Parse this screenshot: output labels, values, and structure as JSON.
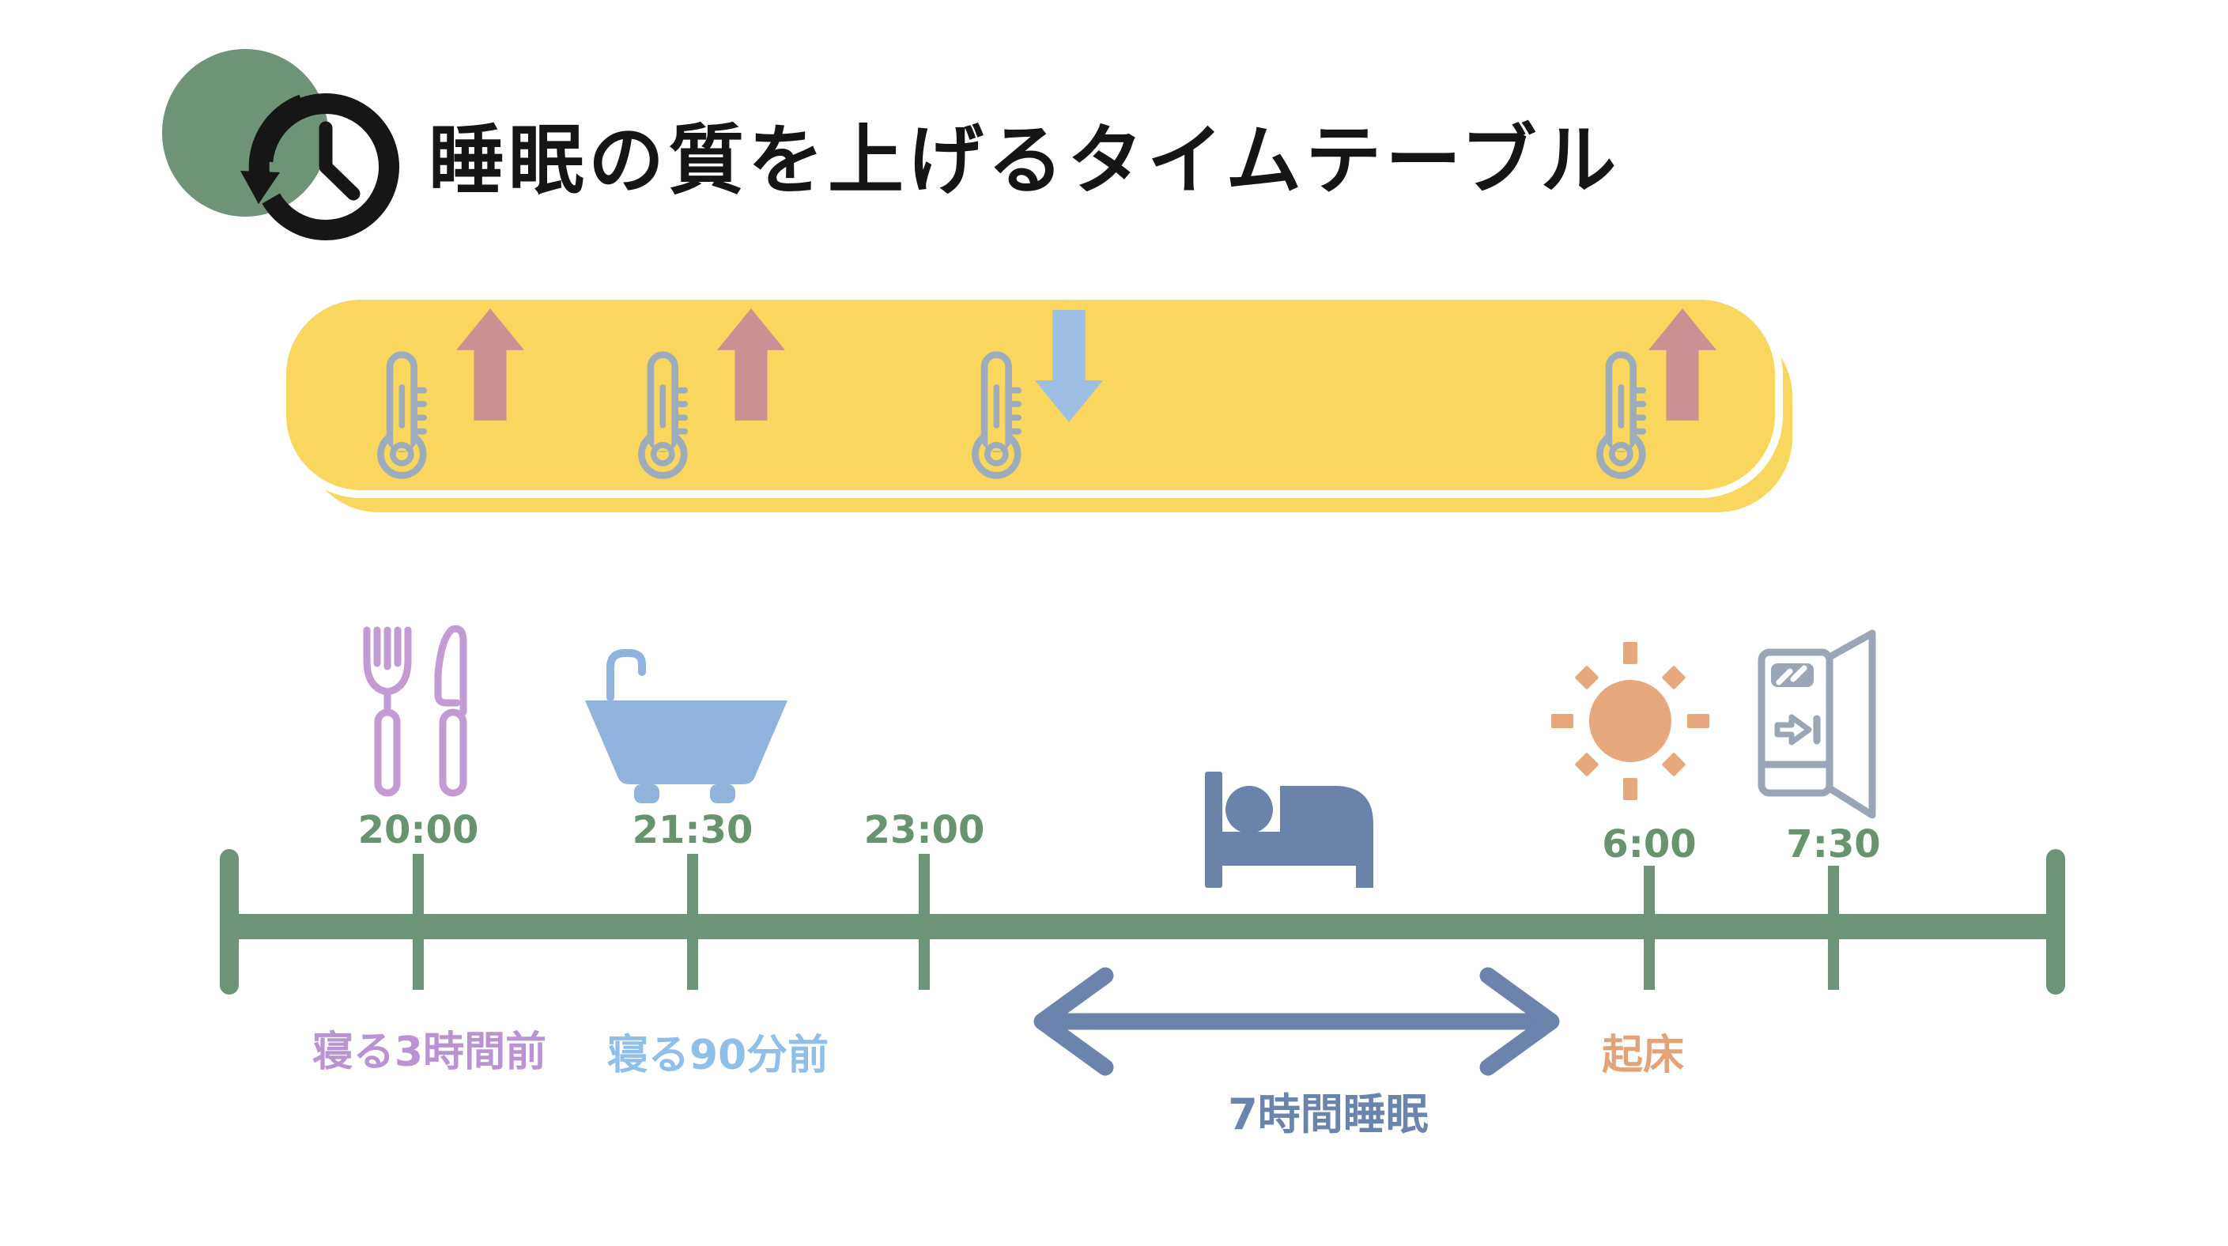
{
  "title": "睡眠の質を上げるタイムテーブル",
  "header": {
    "icon": "history-clock-icon",
    "badge_color": "#6e9377"
  },
  "banner": {
    "background": "#f9d75e",
    "items": [
      {
        "icon": "thermometer-icon",
        "arrow": "up"
      },
      {
        "icon": "thermometer-icon",
        "arrow": "up"
      },
      {
        "icon": "thermometer-icon",
        "arrow": "down"
      },
      {
        "icon": "thermometer-icon",
        "arrow": "up"
      }
    ]
  },
  "timeline": {
    "times": [
      "20:00",
      "21:30",
      "23:00",
      "6:00",
      "7:30"
    ],
    "events": [
      {
        "time": "20:00",
        "icon": "cutlery-icon"
      },
      {
        "time": "21:30",
        "icon": "bathtub-icon"
      },
      {
        "time": "23:00",
        "icon": "bed-icon"
      },
      {
        "time": "6:00",
        "icon": "sun-icon"
      },
      {
        "time": "7:30",
        "icon": "open-door-icon"
      }
    ],
    "annotations": {
      "before_sleep_3h": "寝る3時間前",
      "before_sleep_90m": "寝る90分前",
      "wake_up": "起床",
      "sleep_duration": "7時間睡眠"
    }
  },
  "colors": {
    "sage_green": "#6d9478",
    "time_text_green": "#68936f",
    "banner_yellow": "#f9d75e",
    "thermometer_gray_blue": "#9cacbd",
    "arrow_up_pink": "#cb9092",
    "arrow_down_blue": "#9cbfe3",
    "cutlery_purple": "#c29bd4",
    "bathtub_blue": "#8fb3dc",
    "bed_slate_blue": "#6b83ab",
    "sun_orange": "#e7a87d",
    "door_gray": "#9aa6b5",
    "label_purple": "#b993d4",
    "label_light_blue": "#8fc0e9",
    "label_orange": "#e3a377",
    "sleep_arrow_slate": "#6b84ad",
    "title_black": "#151515"
  }
}
